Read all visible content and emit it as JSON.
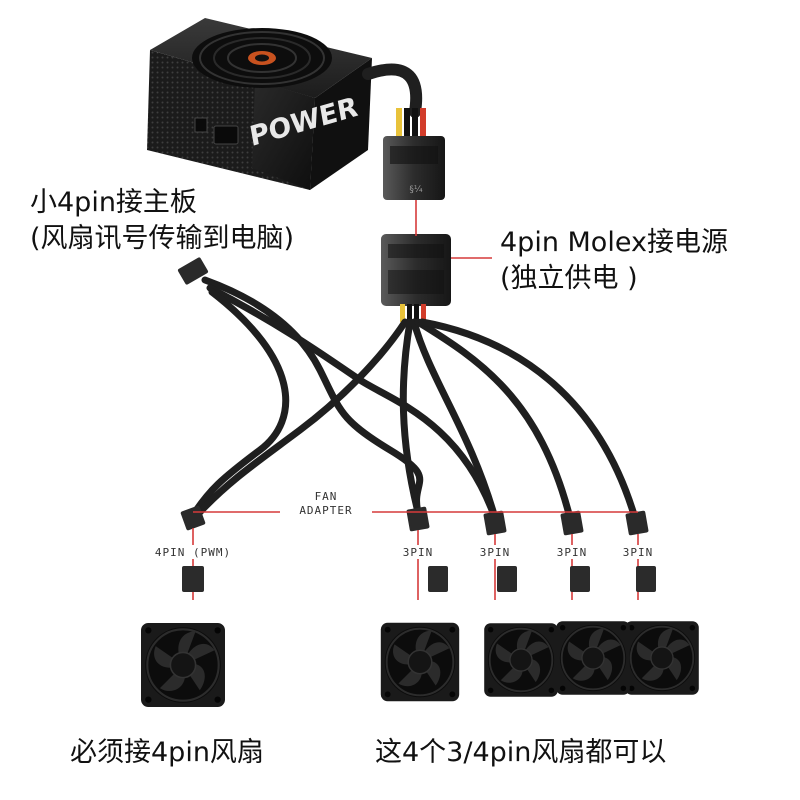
{
  "psu": {
    "brand_text": "POWER"
  },
  "connector_marking": "§¼",
  "captions": {
    "small_4pin_line1": "小4pin接主板",
    "small_4pin_line2": "(风扇讯号传输到电脑)",
    "molex_line1": "4pin Molex接电源",
    "molex_line2": "(独立供电 )",
    "left_fan": "必须接4pin风扇",
    "right_fans": "这4个3/4pin风扇都可以"
  },
  "adapter_label": {
    "line1": "FAN",
    "line2": "ADAPTER"
  },
  "fan_pins": {
    "left": "4PIN (PWM)",
    "right": [
      "3PIN",
      "3PIN",
      "3PIN",
      "3PIN"
    ]
  },
  "colors": {
    "annotation_line": "#d63a3a",
    "cable": "#1f1f1f",
    "fan_body": "#1a1a1a",
    "psu_fan_accent": "#c8521f"
  }
}
